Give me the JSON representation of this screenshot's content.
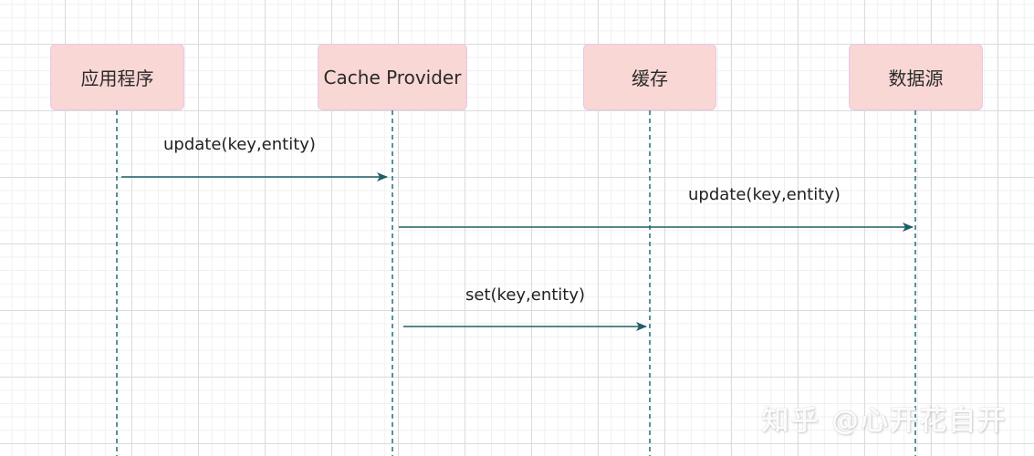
{
  "participants": [
    {
      "id": "app",
      "label": "应用程序"
    },
    {
      "id": "cache_provider",
      "label": "Cache Provider"
    },
    {
      "id": "cache",
      "label": "缓存"
    },
    {
      "id": "datasource",
      "label": "数据源"
    }
  ],
  "messages": [
    {
      "from": "app",
      "to": "cache_provider",
      "label": "update(key,entity)"
    },
    {
      "from": "cache_provider",
      "to": "datasource",
      "label": "update(key,entity)"
    },
    {
      "from": "cache_provider",
      "to": "cache",
      "label": "set(key,entity)"
    }
  ],
  "colors": {
    "participant_fill": "#f8d7d4",
    "participant_border": "#e9c7ea",
    "lifeline": "#1f6e78",
    "arrow": "#1f5f66"
  },
  "watermark": "知乎 @心开花自开"
}
